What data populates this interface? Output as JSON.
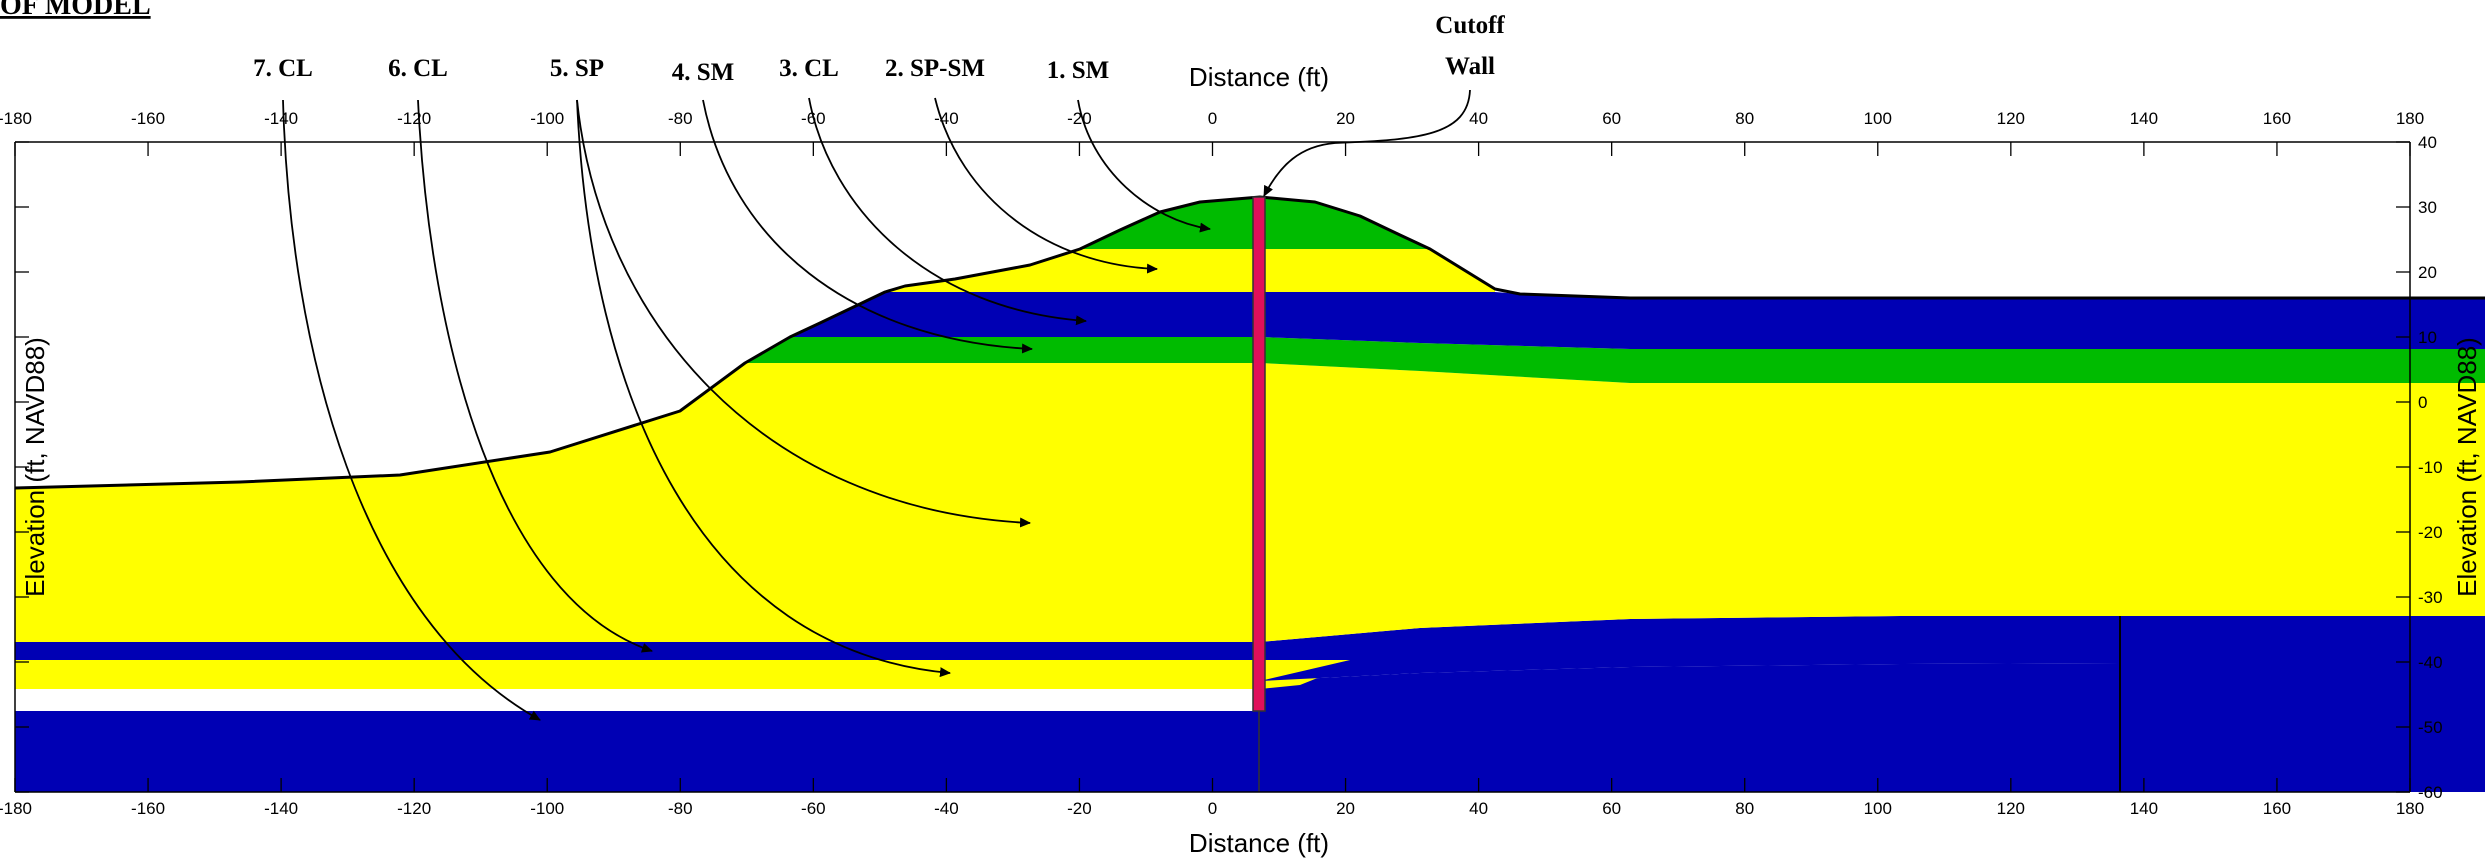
{
  "header": {
    "title": "OF MODEL"
  },
  "axes": {
    "x_label_top": "Distance (ft)",
    "x_label_bottom": "Distance (ft)",
    "y_label_left": "Elevation (ft, NAVD88)",
    "y_label_right": "Elevation (ft, NAVD88)",
    "x_range": [
      -180,
      180
    ],
    "y_range": [
      -60,
      40
    ],
    "x_ticks": [
      "-180",
      "-160",
      "-140",
      "-120",
      "-100",
      "-80",
      "-60",
      "-40",
      "-20",
      "0",
      "20",
      "40",
      "60",
      "80",
      "100",
      "120",
      "140",
      "160",
      "180"
    ],
    "y_ticks": [
      "40",
      "30",
      "20",
      "10",
      "0",
      "-10",
      "-20",
      "-30",
      "-40",
      "-50",
      "-60"
    ]
  },
  "callouts": [
    {
      "label": "7. CL",
      "target": "soil-layer-lower-clay"
    },
    {
      "label": "6. CL",
      "target": "soil-layer-thin-clay"
    },
    {
      "label": "5. SP",
      "target": "soil-layer-sand"
    },
    {
      "label": "4. SM",
      "target": "soil-layer-silty-sand-lower"
    },
    {
      "label": "3. CL",
      "target": "soil-layer-clay-upper"
    },
    {
      "label": "2. SP-SM",
      "target": "soil-layer-sand-silty"
    },
    {
      "label": "1. SM",
      "target": "soil-layer-silty-sand-crown"
    }
  ],
  "wall": {
    "label_line1": "Cutoff",
    "label_line2": "Wall"
  },
  "colors": {
    "sand": "#ffff00",
    "clay": "#0000b4",
    "silty_sand": "#00bb00",
    "wall": "#e0105a",
    "outline": "#000000"
  }
}
